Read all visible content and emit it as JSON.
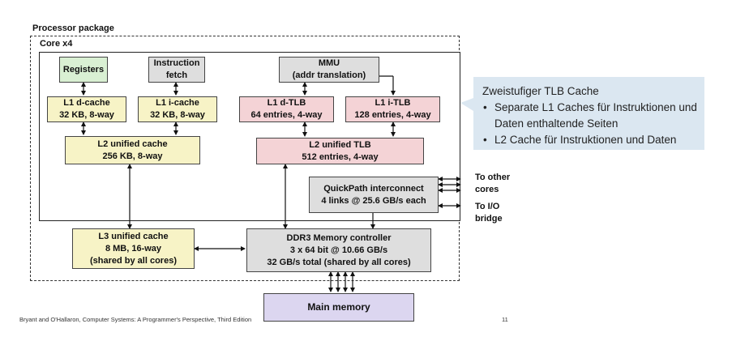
{
  "labels": {
    "package": "Processor package",
    "core": "Core x4"
  },
  "boxes": {
    "registers": "Registers",
    "ifetch": [
      "Instruction",
      "fetch"
    ],
    "mmu": [
      "MMU",
      "(addr translation)"
    ],
    "l1d": [
      "L1 d-cache",
      "32 KB, 8-way"
    ],
    "l1i": [
      "L1 i-cache",
      "32 KB, 8-way"
    ],
    "l1dtlb": [
      "L1 d-TLB",
      "64 entries, 4-way"
    ],
    "l1itlb": [
      "L1 i-TLB",
      "128 entries, 4-way"
    ],
    "l2": [
      "L2 unified cache",
      "256 KB, 8-way"
    ],
    "l2tlb": [
      "L2  unified TLB",
      "512 entries, 4-way"
    ],
    "qpi": [
      "QuickPath interconnect",
      "4 links @ 25.6 GB/s each"
    ],
    "l3": [
      "L3 unified cache",
      "8 MB, 16-way",
      "(shared by all cores)"
    ],
    "ddr3": [
      "DDR3 Memory controller",
      "3 x 64 bit @ 10.66 GB/s",
      "32 GB/s total (shared by all cores)"
    ],
    "mainmem": "Main memory"
  },
  "side_labels": {
    "other_cores": [
      "To other",
      "cores"
    ],
    "io_bridge": [
      "To I/O",
      "bridge"
    ]
  },
  "callout": {
    "title": "Zweistufiger TLB Cache",
    "items": [
      "Separate L1 Caches für Instruktionen und Daten enthaltende Seiten",
      "L2 Cache für Instruktionen und Daten"
    ]
  },
  "footer": {
    "citation": "Bryant and O'Hallaron, Computer Systems: A Programmer's Perspective, Third Edition",
    "page": "11"
  },
  "colors": {
    "registers": "#d9f0d3",
    "grey_box": "#dedede",
    "cache": "#f7f3c6",
    "tlb": "#f4d3d6",
    "main_memory": "#dcd6f0",
    "callout": "#dbe7f1",
    "annotation_mark": "#e0141e"
  }
}
